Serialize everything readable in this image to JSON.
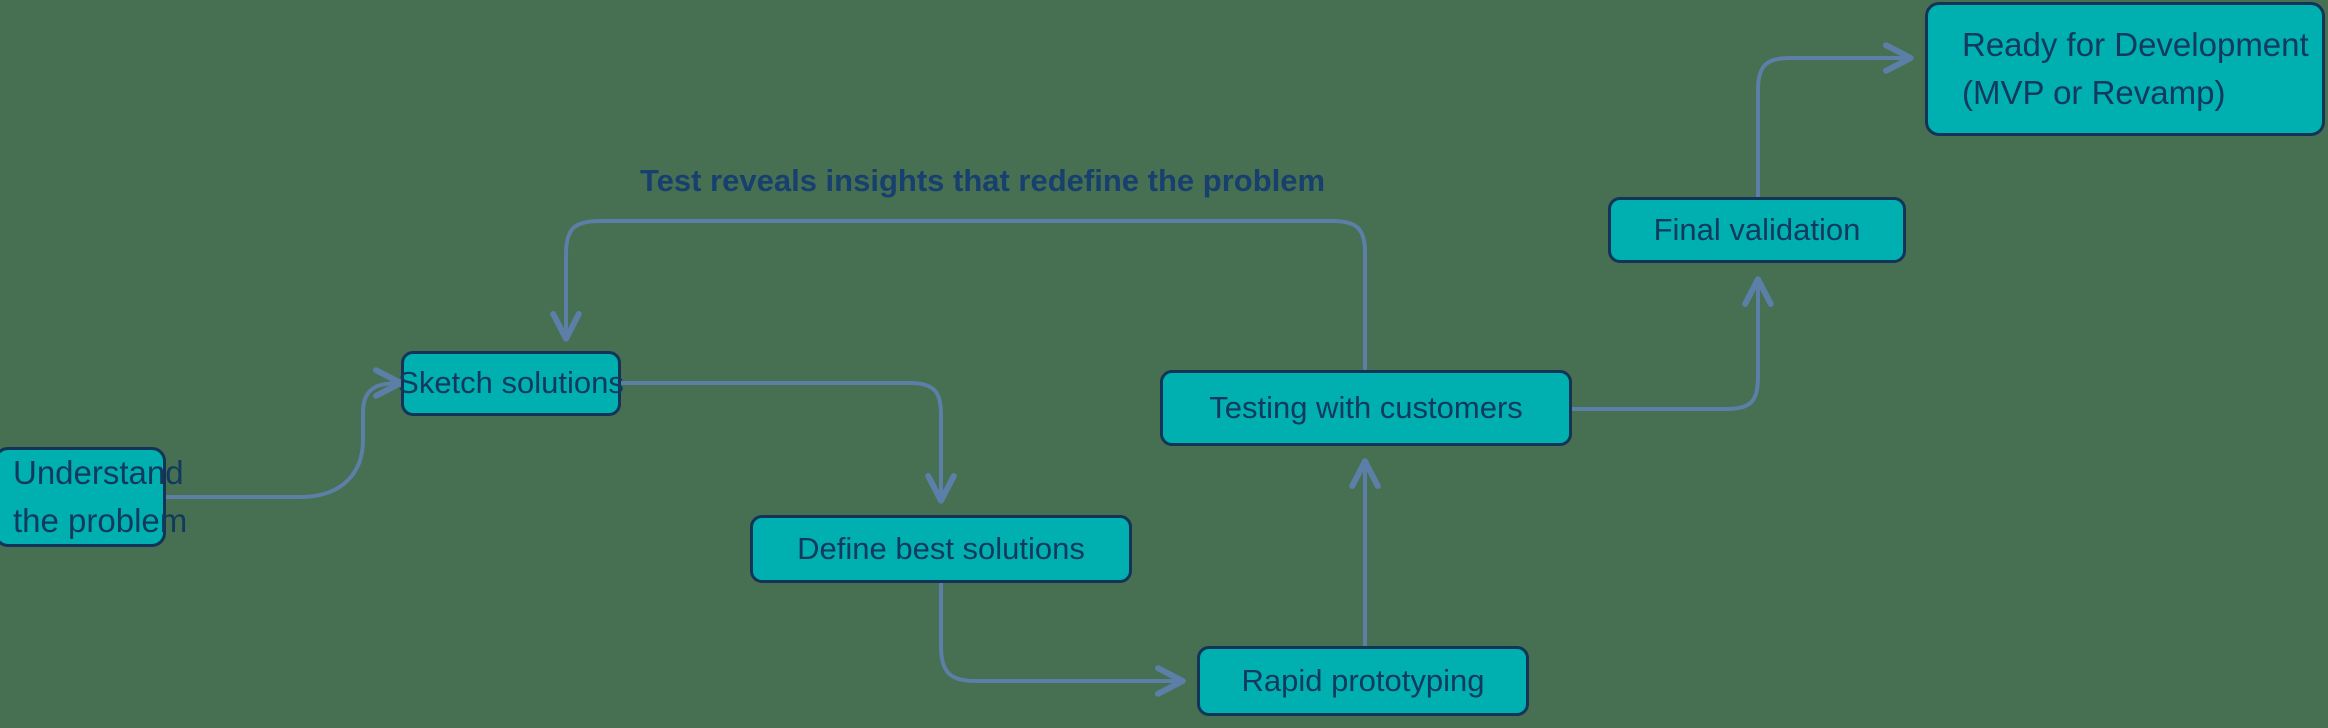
{
  "diagram": {
    "title": "Design sprint process flow",
    "type": "flowchart",
    "background_color": "#476f52",
    "node_fill": "#00AFAF",
    "node_border": "#123456",
    "node_text_color": "#123A5E",
    "edge_color": "#5B7FA6",
    "label_color": "#17406E",
    "annotation": "Test reveals insights that redefine the problem",
    "nodes": [
      {
        "id": "understand",
        "lines": [
          "Understand",
          "the problem"
        ]
      },
      {
        "id": "sketch",
        "lines": [
          "Sketch solutions"
        ]
      },
      {
        "id": "define",
        "lines": [
          "Define best solutions"
        ]
      },
      {
        "id": "rapid",
        "lines": [
          "Rapid prototyping"
        ]
      },
      {
        "id": "testing",
        "lines": [
          "Testing with customers"
        ]
      },
      {
        "id": "final",
        "lines": [
          "Final validation"
        ]
      },
      {
        "id": "ready",
        "lines": [
          "Ready for Development",
          "(MVP or Revamp)"
        ]
      }
    ],
    "edges": [
      {
        "id": "understand-to-sketch",
        "from": "understand",
        "to": "sketch",
        "style": "s-curve",
        "arrow": true
      },
      {
        "id": "sketch-to-define",
        "from": "sketch",
        "to": "define",
        "style": "elbow",
        "arrow": true
      },
      {
        "id": "define-to-rapid",
        "from": "define",
        "to": "rapid",
        "style": "elbow",
        "arrow": true
      },
      {
        "id": "rapid-to-testing",
        "from": "rapid",
        "to": "testing",
        "style": "straight",
        "arrow": true
      },
      {
        "id": "testing-to-final",
        "from": "testing",
        "to": "final",
        "style": "elbow",
        "arrow": true
      },
      {
        "id": "final-to-ready",
        "from": "final",
        "to": "ready",
        "style": "elbow",
        "arrow": true
      },
      {
        "id": "testing-to-sketch",
        "from": "testing",
        "to": "sketch",
        "style": "feedback-loop",
        "arrow": true,
        "label": "Test reveals insights that redefine the problem"
      }
    ]
  }
}
